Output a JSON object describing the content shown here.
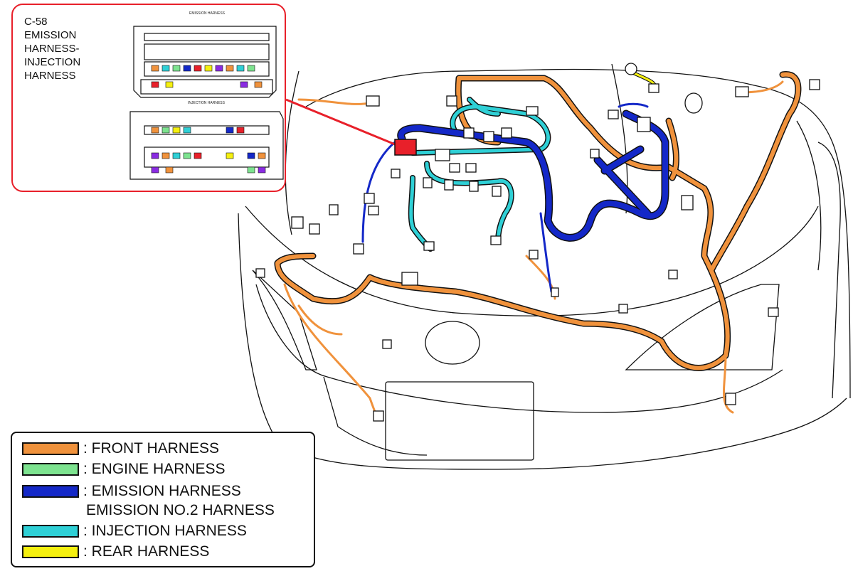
{
  "inset": {
    "title_lines": [
      "C-58",
      "EMISSION",
      "HARNESS-",
      "INJECTION",
      "HARNESS"
    ],
    "connector_top_label": "EMISSION HARNESS",
    "connector_bottom_label": "INJECTION HARNESS"
  },
  "legend": {
    "items": [
      {
        "label": ": FRONT HARNESS",
        "color": "#f0923c"
      },
      {
        "label": ": ENGINE HARNESS",
        "color": "#7de38f"
      },
      {
        "label": ": EMISSION HARNESS",
        "color": "#1428c8"
      },
      {
        "label": ": INJECTION HARNESS",
        "color": "#2fd0d6"
      },
      {
        "label": ": REAR HARNESS",
        "color": "#f5f00f"
      }
    ],
    "sub_label": "EMISSION NO.2 HARNESS"
  },
  "colors": {
    "front": "#f0923c",
    "emission": "#1428c8",
    "injection": "#2fd0d6",
    "rear": "#f5f00f",
    "highlight": "#e8202a",
    "outline": "#111111"
  }
}
